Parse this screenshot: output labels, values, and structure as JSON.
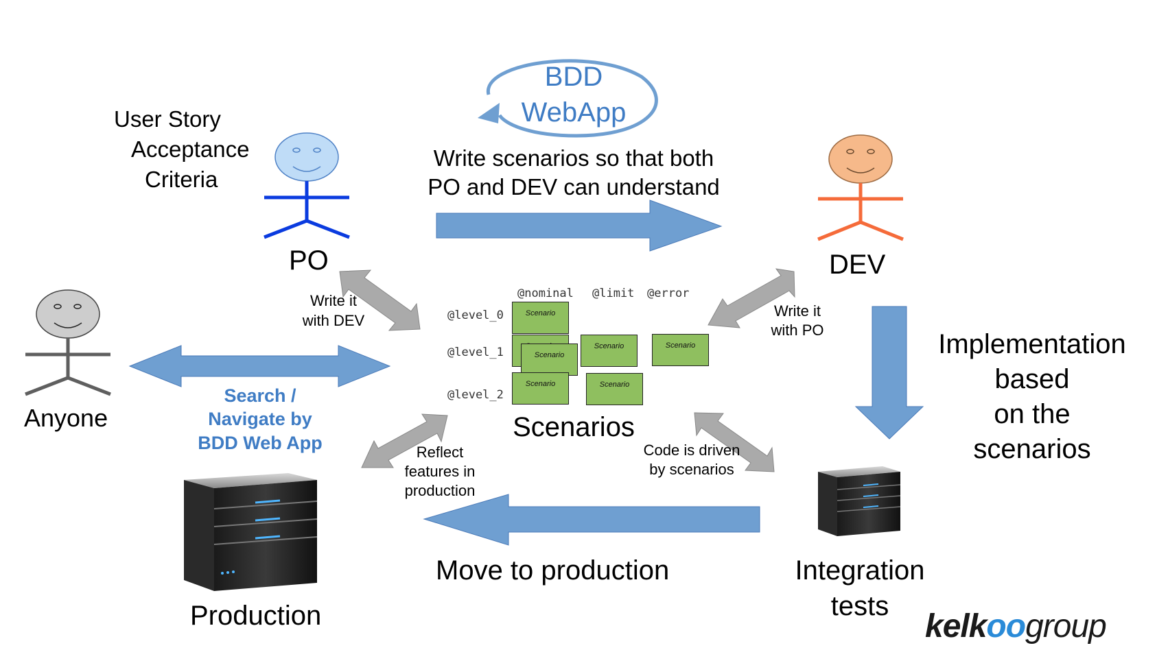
{
  "bdd_logo": {
    "line1": "BDD",
    "line2": "WebApp"
  },
  "user_story": {
    "line1": "User Story",
    "line2": "Acceptance",
    "line3": "Criteria"
  },
  "actors": {
    "po": "PO",
    "dev": "DEV",
    "anyone": "Anyone"
  },
  "write_scenarios": {
    "line1": "Write scenarios so that both",
    "line2": "PO and DEV can understand"
  },
  "write_with_dev": {
    "line1": "Write it",
    "line2": "with DEV"
  },
  "write_with_po": {
    "line1": "Write it",
    "line2": "with PO"
  },
  "tags": {
    "nominal": "@nominal",
    "limit": "@limit",
    "error": "@error",
    "level0": "@level_0",
    "level1": "@level_1",
    "level2": "@level_2"
  },
  "scenario_card_label": "Scenario",
  "scenarios_title": "Scenarios",
  "search": {
    "line1": "Search /",
    "line2": "Navigate by",
    "line3": "BDD Web App"
  },
  "reflect": {
    "line1": "Reflect",
    "line2": "features in",
    "line3": "production"
  },
  "code_driven": {
    "line1": "Code is driven",
    "line2": "by scenarios"
  },
  "implementation": {
    "line1": "Implementation",
    "line2": "based",
    "line3": "on the",
    "line4": "scenarios"
  },
  "move_to_production": "Move to production",
  "integration": {
    "line1": "Integration",
    "line2": "tests"
  },
  "production": "Production",
  "logo": {
    "kelk": "kelk",
    "oo": "oo",
    "group": "group"
  },
  "colors": {
    "arrow_blue": "#6f9fd1",
    "arrow_gray": "#aaaaaa",
    "po_blue": "#0a3bdf",
    "po_face": "#bfdcf7",
    "dev_orange": "#f56b3a",
    "dev_face": "#f6b98a",
    "anyone_gray": "#5f5f5f",
    "anyone_face": "#cdcdcd",
    "link_blue": "#3f7cc4",
    "scenario_green": "#8fbf5f"
  }
}
